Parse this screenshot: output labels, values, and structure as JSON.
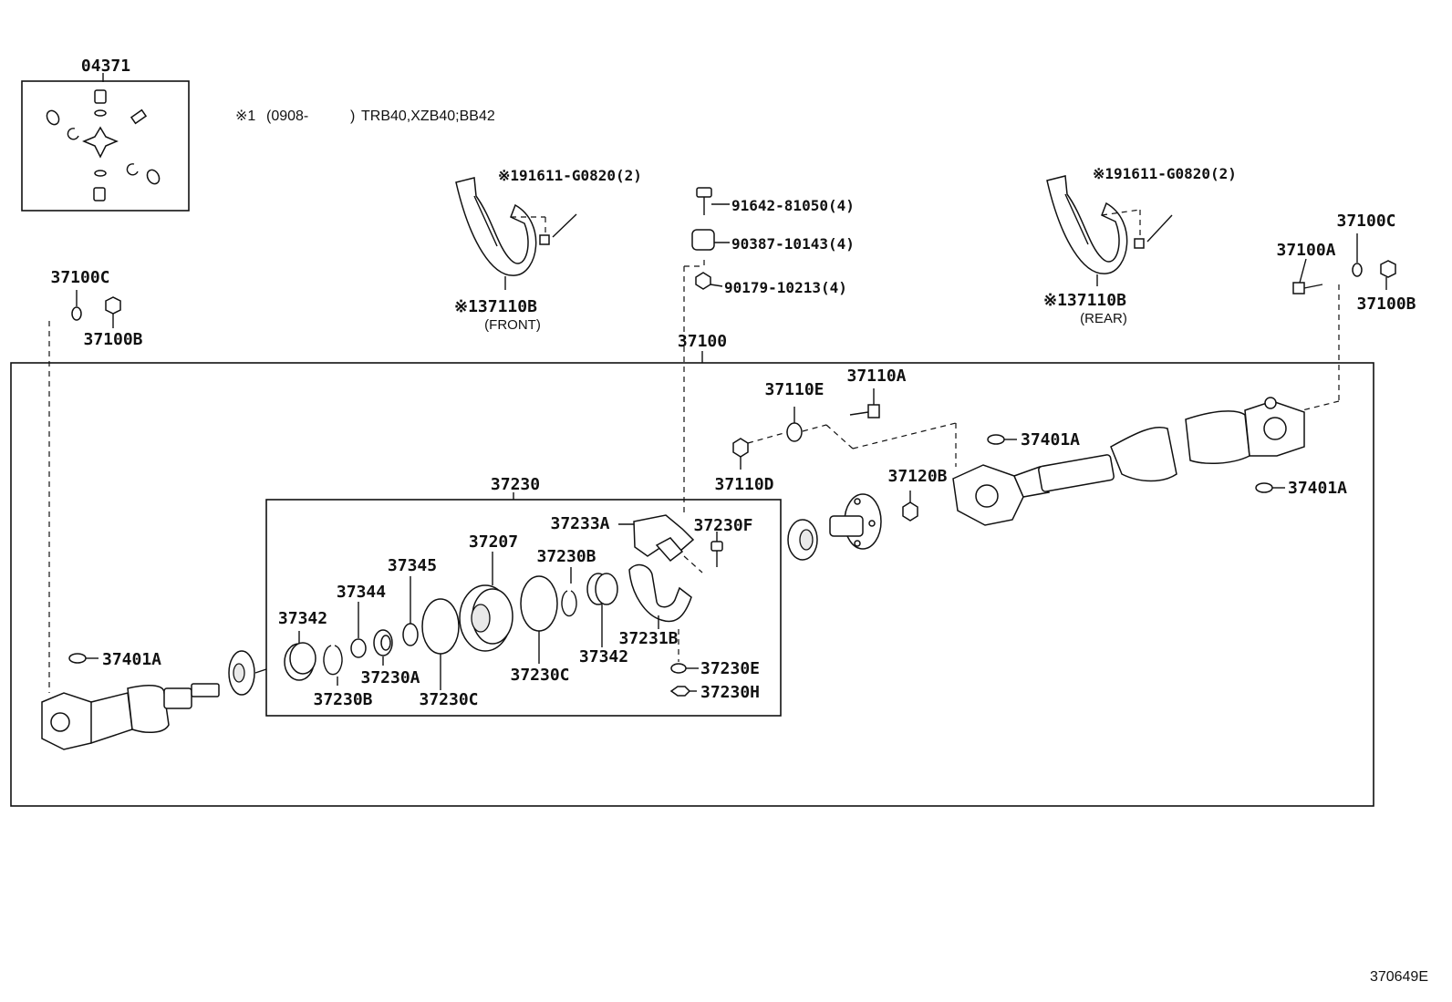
{
  "note": {
    "mark": "※1",
    "date_open": "(0908-",
    "date_close": ")",
    "models": "TRB40,XZB40;BB42"
  },
  "parts": {
    "p04371": "04371",
    "p37100": "37100",
    "p37100c_left": "37100C",
    "p37100b_left": "37100B",
    "p37100c_right": "37100C",
    "p37100a_right": "37100A",
    "p37100b_right": "37100B",
    "p191611_front": "※191611-G0820(2)",
    "p191611_rear": "※191611-G0820(2)",
    "p37110b_front": "※137110B",
    "p37110b_front_sub": "(FRONT)",
    "p37110b_rear": "※137110B",
    "p37110b_rear_sub": "(REAR)",
    "p91642": "91642-81050(4)",
    "p90387": "90387-10143(4)",
    "p90179": "90179-10213(4)",
    "p37110e": "37110E",
    "p37110a": "37110A",
    "p37110d": "37110D",
    "p37120b": "37120B",
    "p37401a_top": "37401A",
    "p37401a_right": "37401A",
    "p37401a_left": "37401A",
    "p37230": "37230",
    "p37233a": "37233A",
    "p37230f": "37230F",
    "p37207": "37207",
    "p37230b_top": "37230B",
    "p37345": "37345",
    "p37344": "37344",
    "p37342_left": "37342",
    "p37342_right": "37342",
    "p37231b": "37231B",
    "p37230a": "37230A",
    "p37230b_bottom": "37230B",
    "p37230c_bottom": "37230C",
    "p37230c_mid": "37230C",
    "p37230e": "37230E",
    "p37230h": "37230H"
  },
  "diagram_code": "370649E"
}
